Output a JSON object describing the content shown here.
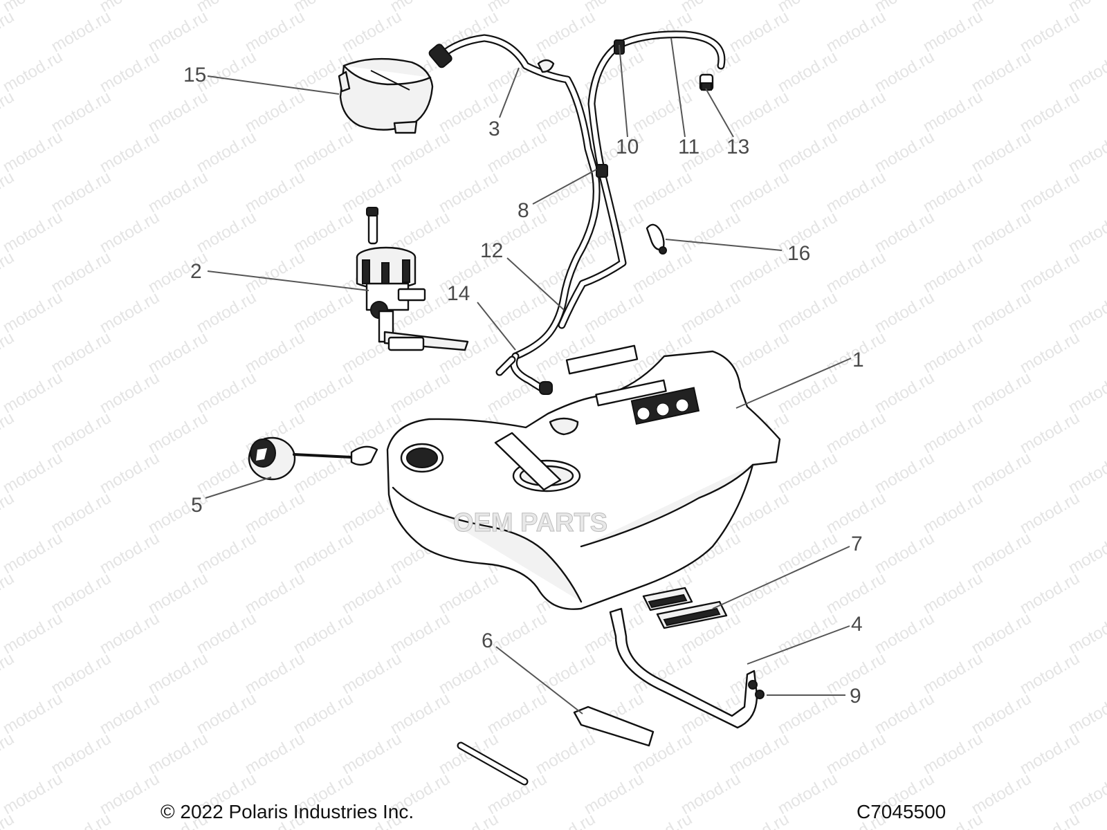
{
  "watermark": "motod.ru",
  "tank_overlay": "OEM PARTS",
  "callouts": [
    {
      "id": "1",
      "label": "1"
    },
    {
      "id": "2",
      "label": "2"
    },
    {
      "id": "3",
      "label": "3"
    },
    {
      "id": "4",
      "label": "4"
    },
    {
      "id": "5",
      "label": "5"
    },
    {
      "id": "6",
      "label": "6"
    },
    {
      "id": "7",
      "label": "7"
    },
    {
      "id": "8",
      "label": "8"
    },
    {
      "id": "9",
      "label": "9"
    },
    {
      "id": "10",
      "label": "10"
    },
    {
      "id": "11",
      "label": "11"
    },
    {
      "id": "12",
      "label": "12"
    },
    {
      "id": "13",
      "label": "13"
    },
    {
      "id": "14",
      "label": "14"
    },
    {
      "id": "15",
      "label": "15"
    },
    {
      "id": "16",
      "label": "16"
    }
  ],
  "footer": {
    "copyright": "© 2022 Polaris Industries Inc.",
    "figure_code": "C7045500"
  }
}
